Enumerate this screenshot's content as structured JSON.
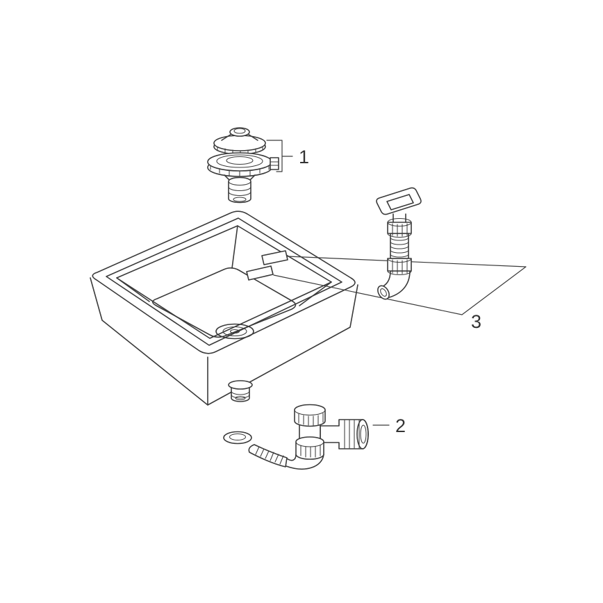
{
  "page": {
    "background": "#ffffff"
  },
  "diagram": {
    "line_color": "#3a3a3a",
    "label_color": "#333333",
    "callouts": {
      "part1": {
        "label": "1"
      },
      "part2": {
        "label": "2"
      },
      "part3": {
        "label": "3"
      }
    }
  }
}
